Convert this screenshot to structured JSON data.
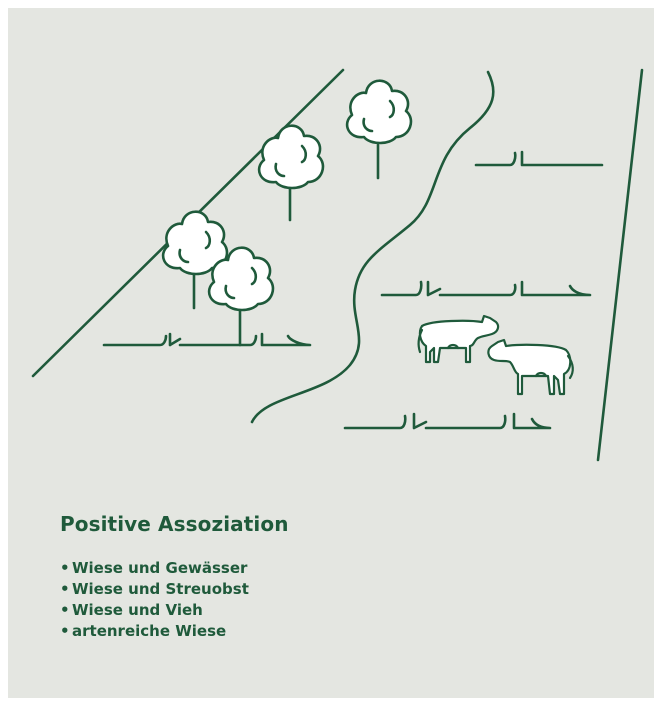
{
  "caption": {
    "title": "Positive Assoziation",
    "items": [
      {
        "bullet": "•",
        "text": "Wiese und Gewässer"
      },
      {
        "bullet": "•",
        "text": "Wiese und Streuobst"
      },
      {
        "bullet": "•",
        "text": "Wiese und Vieh"
      },
      {
        "bullet": "•",
        "text": "artenreiche Wiese"
      }
    ]
  },
  "colors": {
    "background": "#e4e6e1",
    "line": "#1f5a3b",
    "fill": "#ffffff"
  },
  "illustration": {
    "elements": [
      "hill-slope",
      "tree",
      "tree",
      "tree",
      "tree",
      "stream",
      "grass-line",
      "cow",
      "cow",
      "field-edge"
    ]
  }
}
